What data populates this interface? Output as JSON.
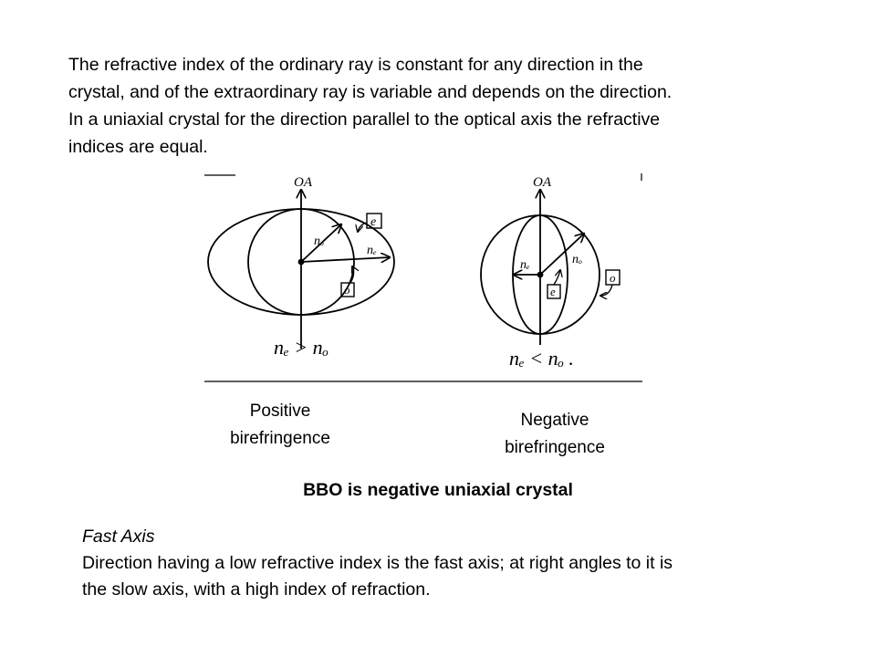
{
  "intro": {
    "lines": [
      "The refractive index of the ordinary ray is constant for any direction in the",
      "crystal, and of the extraordinary ray is variable and depends on the direction.",
      "In a uniaxial crystal for the direction parallel to the optical axis the refractive",
      "indices are equal."
    ]
  },
  "figure": {
    "positive": {
      "axis_label": "OA",
      "n_o_label": "nₒ",
      "n_e_label": "nₑ",
      "e_box": "e",
      "o_box": "o",
      "relation": "nₑ > nₒ"
    },
    "negative": {
      "axis_label": "OA",
      "n_o_label": "nₒ",
      "n_e_label": "nₑ",
      "e_box": "e",
      "o_box": "o",
      "relation": "nₑ < nₒ ."
    }
  },
  "captions": {
    "positive": [
      "Positive",
      "birefringence"
    ],
    "negative": [
      "Negative",
      "birefringence"
    ]
  },
  "headline": "BBO is negative uniaxial crystal",
  "fast_axis": {
    "title": "Fast Axis",
    "lines": [
      "Direction having a low refractive index is the fast axis; at right angles to it is",
      "the slow axis, with a high index of refraction."
    ]
  }
}
